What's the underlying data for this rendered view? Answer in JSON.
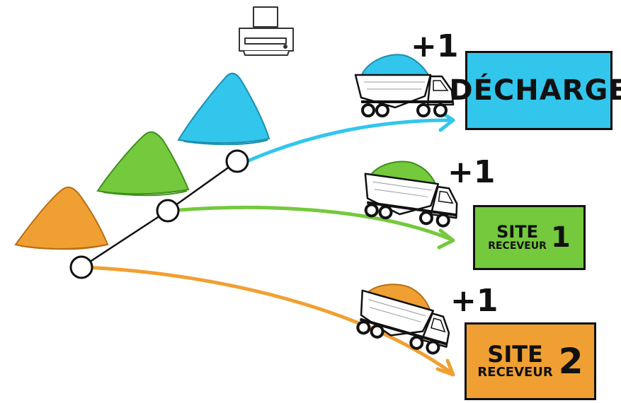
{
  "colors": {
    "blue": "#33c6ec",
    "green": "#74c93c",
    "orange": "#f0a032",
    "ink": "#111111"
  },
  "destinations": {
    "decharge": {
      "label": "DÉCHARGE"
    },
    "site1": {
      "word": "SITE",
      "sub": "RECEVEUR",
      "number": "1"
    },
    "site2": {
      "word": "SITE",
      "sub": "RECEVEUR",
      "number": "2"
    }
  },
  "increments": [
    "+1",
    "+1",
    "+1"
  ],
  "icons": [
    "printer-icon",
    "dump-truck-icon",
    "soil-pile"
  ]
}
